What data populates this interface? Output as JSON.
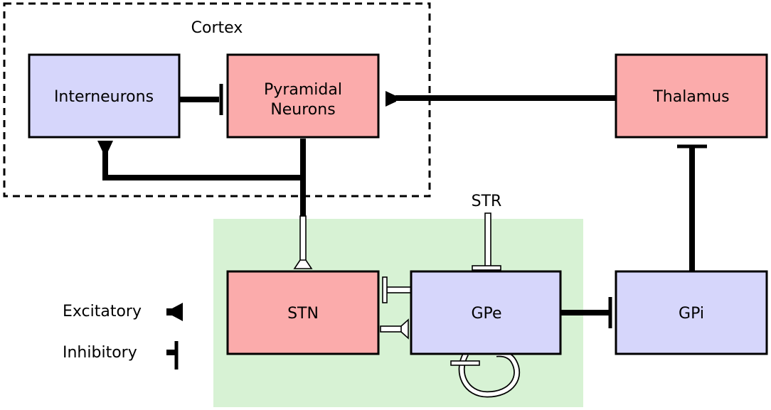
{
  "regions": {
    "cortex": {
      "label": "Cortex"
    },
    "basal_ganglia": {
      "fill": "#d7f2d4"
    }
  },
  "nodes": {
    "interneurons": {
      "label": "Interneurons",
      "fill": "#d6d6fb"
    },
    "pyramidal": {
      "line1": "Pyramidal",
      "line2": "Neurons",
      "fill": "#fbabab"
    },
    "thalamus": {
      "label": "Thalamus",
      "fill": "#fbabab"
    },
    "stn": {
      "label": "STN",
      "fill": "#fbabab"
    },
    "gpe": {
      "label": "GPe",
      "fill": "#d6d6fb"
    },
    "gpi": {
      "label": "GPi",
      "fill": "#d6d6fb"
    },
    "str": {
      "label": "STR"
    }
  },
  "legend": {
    "excitatory": "Excitatory",
    "inhibitory": "Inhibitory"
  },
  "connections": [
    {
      "from": "Interneurons",
      "to": "Pyramidal Neurons",
      "type": "inhibitory"
    },
    {
      "from": "Pyramidal Neurons",
      "to": "Interneurons",
      "type": "excitatory"
    },
    {
      "from": "Thalamus",
      "to": "Pyramidal Neurons",
      "type": "excitatory"
    },
    {
      "from": "Pyramidal Neurons",
      "to": "STN",
      "type": "excitatory"
    },
    {
      "from": "STR",
      "to": "GPe",
      "type": "inhibitory"
    },
    {
      "from": "GPe",
      "to": "STN",
      "type": "inhibitory"
    },
    {
      "from": "STN",
      "to": "GPe",
      "type": "excitatory"
    },
    {
      "from": "GPe",
      "to": "GPe",
      "type": "inhibitory"
    },
    {
      "from": "GPe",
      "to": "GPi",
      "type": "inhibitory"
    },
    {
      "from": "GPi",
      "to": "Thalamus",
      "type": "inhibitory"
    }
  ]
}
